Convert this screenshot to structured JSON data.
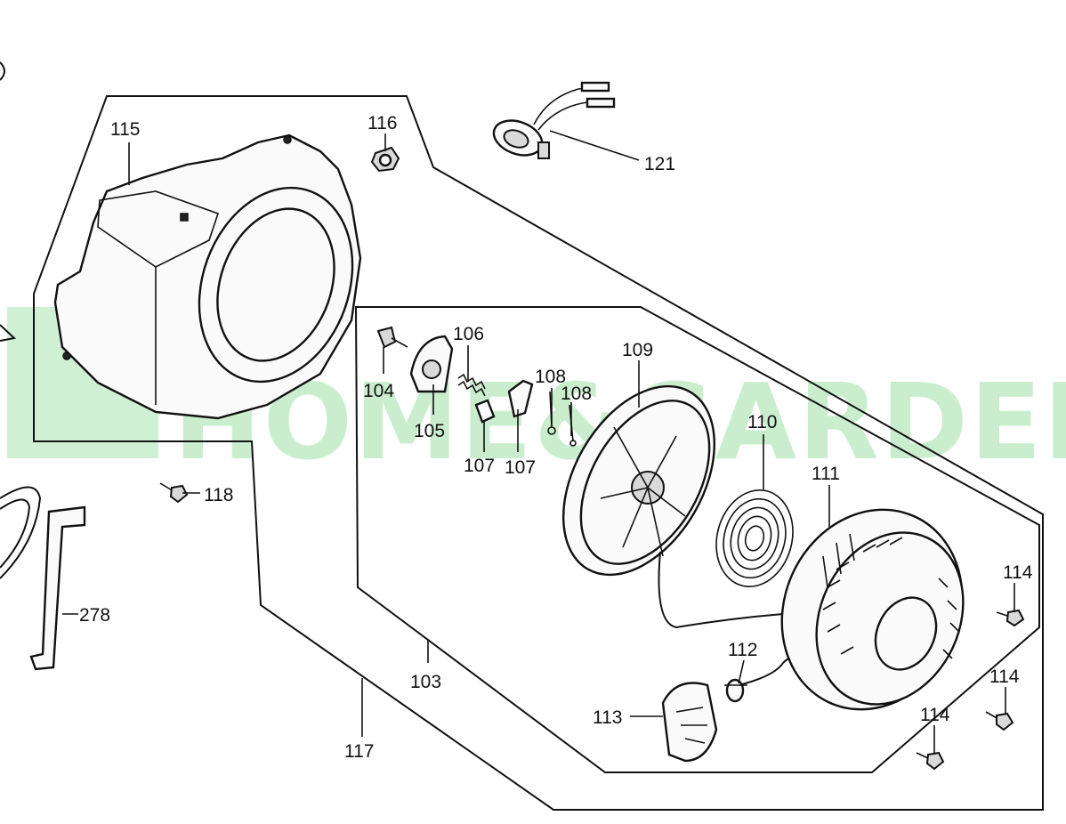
{
  "watermark": {
    "text": "HOME&GARDEN",
    "color": "#9fe1a6"
  },
  "labels": {
    "p115": "115",
    "p116": "116",
    "p121": "121",
    "p104": "104",
    "p105": "105",
    "p106": "106",
    "p107a": "107",
    "p107b": "107",
    "p108a": "108",
    "p108b": "108",
    "p109": "109",
    "p110": "110",
    "p111": "111",
    "p112": "112",
    "p113": "113",
    "p114a": "114",
    "p114b": "114",
    "p114c": "114",
    "p103": "103",
    "p117": "117",
    "p118": "118",
    "p278": "278"
  }
}
